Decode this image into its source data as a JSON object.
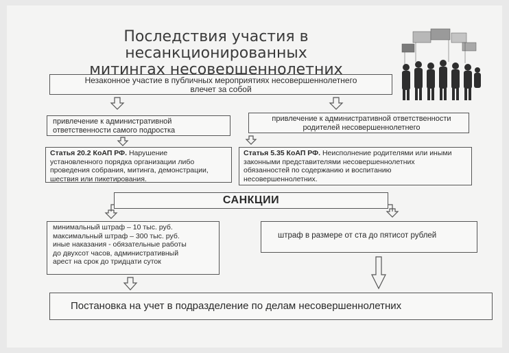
{
  "title": {
    "line1": "Последствия участия в несанкционированных",
    "line2": "митингах несовершеннолетних"
  },
  "top_box": {
    "line1": "Незаконное участие в публичных мероприятиях несовершеннолетнего",
    "line2": "влечет за собой"
  },
  "left_branch": {
    "responsibility": {
      "line1": "привлечение к административной",
      "line2": "ответственности самого подростка"
    },
    "article": {
      "bold": "Статья 20.2 КоАП РФ.",
      "rest1": " Нарушение",
      "line2": "установленного порядка организации либо",
      "line3": "проведения собрания, митинга, демонстрации,",
      "line4": "шествия или пикетирования."
    },
    "sanctions": {
      "line1": "минимальный штраф – 10 тыс. руб.",
      "line2": "максимальный штраф – 300 тыс. руб.",
      "line3": "иные наказания -  обязательные работы",
      "line4": "до двухсот часов, административный",
      "line5": "арест на срок до тридцати суток"
    }
  },
  "right_branch": {
    "responsibility": {
      "line1": "привлечение к административной ответственности",
      "line2": "родителей несовершеннолетнего"
    },
    "article": {
      "bold": "Статья 5.35 КоАП РФ.",
      "rest1": " Неисполнение родителями или иными",
      "line2": "законными представителями несовершеннолетних",
      "line3": "обязанностей по содержанию и воспитанию",
      "line4": "несовершеннолетних."
    },
    "sanctions": {
      "line1": "штраф в размере от ста до пятисот рублей"
    }
  },
  "sanctions_label": "САНКЦИИ",
  "bottom_box": "Постановка на учет в подразделение по делам несовершеннолетних",
  "colors": {
    "background": "#e9e9e9",
    "box_border": "#555555",
    "text": "#2a2a2a"
  },
  "icons": [
    "protest-crowd-illustration",
    "arrow-down-icon"
  ]
}
